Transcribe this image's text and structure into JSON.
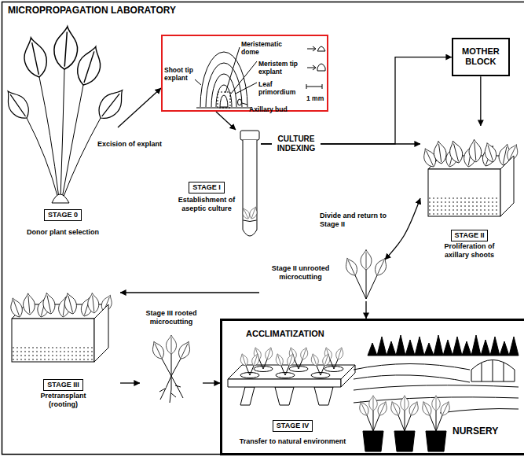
{
  "diagram": {
    "title": "MICROPROPAGATION LABORATORY",
    "nodes": [
      {
        "text": [
          "STAGE 0",
          "Donor plant selection"
        ]
      },
      {
        "text": [
          "Shoot tip explant",
          "Meristematic dome",
          "Meristem tip explant",
          "Leaf primordium",
          "Axillary bud",
          "1 mm"
        ]
      },
      {
        "text": [
          "STAGE I",
          "Establishment of aseptic culture"
        ]
      },
      {
        "text": [
          "MOTHER BLOCK"
        ]
      },
      {
        "text": [
          "STAGE II",
          "Proliferation of axillary shoots"
        ]
      },
      {
        "text": [
          "Stage II unrooted microcutting"
        ]
      },
      {
        "text": [
          "STAGE III",
          "Pretransplant (rooting)"
        ]
      },
      {
        "text": [
          "Stage III rooted microcutting"
        ]
      },
      {
        "text": [
          "ACCLIMATIZATION"
        ]
      },
      {
        "text": [
          "STAGE IV",
          "Transfer to natural environment"
        ],
        "in": 8
      },
      {
        "text": [
          "NURSERY"
        ],
        "in": 8
      }
    ],
    "edges": [
      {
        "from": 0,
        "to": 1,
        "arrow": "to",
        "label": "Excision of explant"
      },
      {
        "from": 1,
        "to": 2,
        "arrow": "to"
      },
      {
        "from": 2,
        "to": 3,
        "arrow": "to"
      },
      {
        "from": 2,
        "to": 4,
        "arrow": "to",
        "label": "CULTURE INDEXING"
      },
      {
        "from": 3,
        "to": 4,
        "arrow": "to"
      },
      {
        "from": 4,
        "to": 5,
        "arrow": "both",
        "label": "Divide and return to Stage II"
      },
      {
        "from": 5,
        "to": 6,
        "arrow": "to"
      },
      {
        "from": 5,
        "to": 8,
        "arrow": "to"
      },
      {
        "from": 6,
        "to": 7,
        "arrow": "to"
      },
      {
        "from": 7,
        "to": 8,
        "arrow": "to"
      }
    ]
  }
}
